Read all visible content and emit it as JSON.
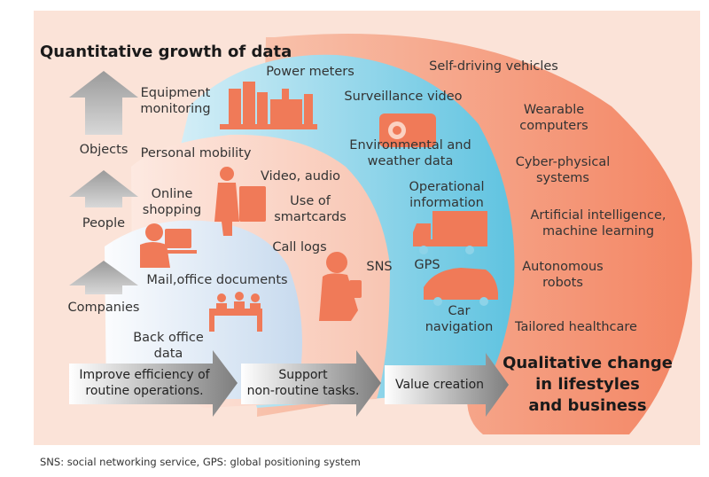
{
  "title": "Quantitative growth of data",
  "qualitative": [
    "Qualitative change",
    "in lifestyles",
    "and business"
  ],
  "left_labels": {
    "objects": "Objects",
    "people": "People",
    "companies": "Companies"
  },
  "inner_zone": [
    "Mail,office documents",
    "Back office",
    "data"
  ],
  "second_zone": {
    "personal_mobility": "Personal mobility",
    "online_shopping": [
      "Online",
      "shopping"
    ],
    "video_audio": "Video, audio",
    "smartcards": [
      "Use of",
      "smartcards"
    ],
    "call_logs": "Call logs",
    "sns": "SNS"
  },
  "third_zone": {
    "equipment": [
      "Equipment",
      "monitoring"
    ],
    "power_meters": "Power meters",
    "surveillance": "Surveillance video",
    "environmental": [
      "Environmental and",
      "weather data"
    ],
    "operational": [
      "Operational",
      "information"
    ],
    "gps": "GPS",
    "car_navigation": [
      "Car",
      "navigation"
    ]
  },
  "outer_zone": {
    "self_driving": "Self-driving vehicles",
    "wearable": [
      "Wearable",
      "computers"
    ],
    "cyber_physical": [
      "Cyber-physical",
      "systems"
    ],
    "ai": [
      "Artificial intelligence,",
      "machine learning"
    ],
    "robots": [
      "Autonomous",
      "robots"
    ],
    "healthcare": "Tailored healthcare"
  },
  "arrows": {
    "improve": [
      "Improve efficiency of",
      "routine operations."
    ],
    "support": [
      "Support",
      "non-routine tasks."
    ],
    "value": "Value creation"
  },
  "footnote": "SNS: social networking service, GPS: global positioning system",
  "colors": {
    "background": "#fbe3d8",
    "outer_zone": "#f5967a",
    "third_zone": "#6cc9e3",
    "second_zone": "#fbe0d6",
    "inner_zone": "#dde9f5",
    "icons": "#f07a58",
    "up_arrow": "#a6a6a6",
    "flow_arrow": "#8c8c8c"
  }
}
